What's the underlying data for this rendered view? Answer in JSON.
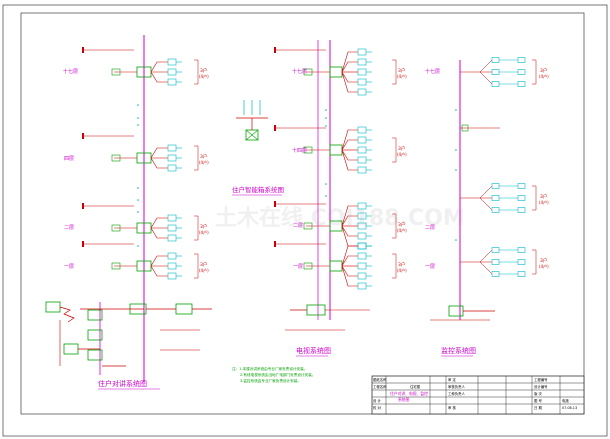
{
  "drawing": {
    "panels": [
      {
        "title": "住户对讲系统图"
      },
      {
        "title": "住户智能箱系统图"
      },
      {
        "title": "电视系统图"
      },
      {
        "title": "监控系统图"
      }
    ],
    "floor_labels": {
      "left": [
        "十七层",
        "四层",
        "二层",
        "一层"
      ],
      "tv": [
        "十七层",
        "十四层",
        "二层",
        "一层"
      ],
      "cctv": [
        "十七层",
        "二层",
        "一层"
      ]
    },
    "equipment_label": "3户",
    "equipment_sub": "(4户)",
    "title_block": {
      "left_labels": [
        "图纸名称",
        "工程名称",
        "设  计",
        "校  对"
      ],
      "project_value": "住宅楼",
      "drawing_title_lines": [
        "住户对讲、电视、监控",
        "系统图"
      ],
      "middle_labels": [
        "审  定",
        "审核负责人",
        "工种负责人",
        "审  核"
      ],
      "right_labels": [
        "工程编号",
        "设计编号",
        "日  期"
      ],
      "revision_labels": [
        "版  次",
        "图  号"
      ],
      "date_value": "07.08.13",
      "sheet_value": "电施"
    },
    "notes": [
      "注：1.本楼对讲系统由专业厂家负责设计安装。",
      "2.有线电视系统由当地广电部门负责设计安装。",
      "3.监控系统由专业厂家负责设计安装。"
    ],
    "watermark": "土木在线 COI188.COM"
  }
}
